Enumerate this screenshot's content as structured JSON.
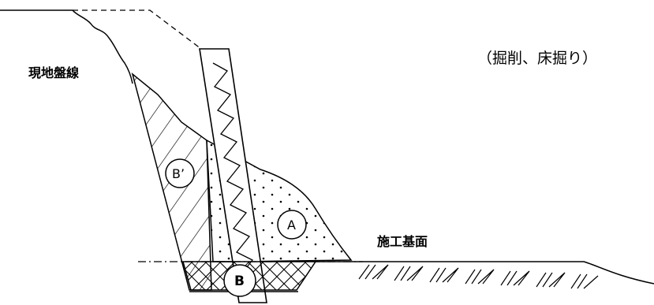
{
  "labels": {
    "ground_line": "現地盤線",
    "construction_base": "施工基面",
    "caption": "（掘削、床掘り）",
    "zone_a": "A",
    "zone_b": "B",
    "zone_b_prime": "B’"
  }
}
